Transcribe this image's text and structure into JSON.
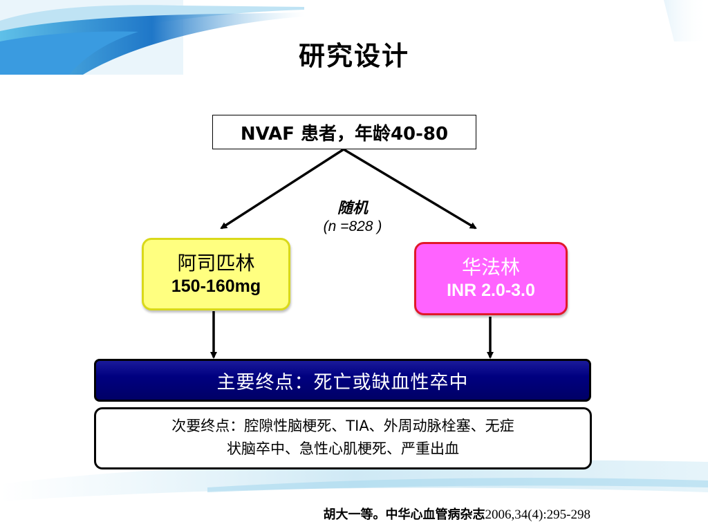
{
  "title": "研究设计",
  "root": "NVAF 患者，年龄40-80",
  "randomization": {
    "label": "随机",
    "n": "(n =828 )"
  },
  "arm_left": {
    "name": "阿司匹林",
    "dose": "150-160mg"
  },
  "arm_right": {
    "name": "华法林",
    "dose": "INR 2.0-3.0"
  },
  "primary_endpoint": "主要终点：死亡或缺血性卒中",
  "secondary_endpoint": {
    "line1": "次要终点：腔隙性脑梗死、TIA、外周动脉栓塞、无症",
    "line2": "状脑卒中、急性心肌梗死、严重出血"
  },
  "citation": {
    "text": "胡大一等。中华心血管病杂志",
    "ref": "2006,34(4):295-298"
  },
  "colors": {
    "left_fill": "#ffff80",
    "right_fill": "#ff63ff",
    "primary_fill": "#000080",
    "accent_blue": "#1f77c8"
  }
}
